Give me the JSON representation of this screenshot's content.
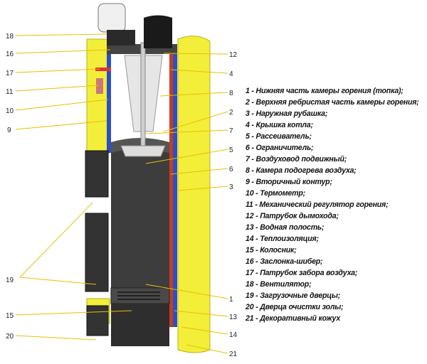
{
  "callouts": {
    "c1": "1",
    "c2": "2",
    "c3": "3",
    "c4": "4",
    "c5": "5",
    "c6": "6",
    "c7": "7",
    "c8": "8",
    "c9": "9",
    "c10": "10",
    "c11": "11",
    "c12": "12",
    "c13": "13",
    "c14": "14",
    "c15": "15",
    "c16": "16",
    "c17": "17",
    "c18": "18",
    "c19": "19",
    "c20": "20",
    "c21": "21"
  },
  "legend": [
    "1 - Нижняя часть камеры горения (топка);",
    "2 - Верхняя ребристая часть камеры горения;",
    "3 - Наружная рубашка;",
    "4 - Крышка котла;",
    "5 - Рассеиватель;",
    "6 - Ограничитель;",
    "7 - Воздуховод подвижный;",
    "8 - Камера подогрева воздуха;",
    "9 - Вторичный контур;",
    "10 - Термометр;",
    "11 - Механический регулятор горения;",
    "12 - Патрубок дымохода;",
    "13 - Водная полость;",
    "14 - Теплоизоляция;",
    "15 - Колосник;",
    "16 - Заслонка-шибер;",
    "17 - Патрубок забора воздуха;",
    "18 - Вентилятор;",
    "19 - Загрузочные дверцы;",
    "20 - Дверца очистки золы;",
    "21 - Декоративный кожух"
  ],
  "colors": {
    "casing": "#f2ee3a",
    "water": "#2a4fc8",
    "body": "#3a3a3a",
    "leader": "#e8c000"
  }
}
